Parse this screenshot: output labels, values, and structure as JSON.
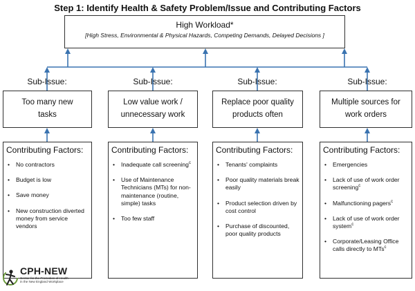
{
  "title": "Step 1: Identify Health & Safety Problem/Issue and Contributing Factors",
  "problem": {
    "label": "High Workload*",
    "detail": "[High Stress, Environmental & Physical Hazards, Competing Demands, Delayed Decisions ]"
  },
  "sub_issue_label": "Sub-Issue:",
  "issues": [
    {
      "title": "Too many new tasks",
      "factors_heading": "Contributing Factors:",
      "factors": [
        {
          "text": "No contractors",
          "sup": ""
        },
        {
          "text": "Budget is low",
          "sup": ""
        },
        {
          "text": "Save money",
          "sup": ""
        },
        {
          "text": "New construction diverted money from service vendors",
          "sup": ""
        }
      ]
    },
    {
      "title": "Low value work / unnecessary work",
      "factors_heading": "Contributing Factors:",
      "factors": [
        {
          "text": "Inadequate call screening",
          "sup": "c"
        },
        {
          "text": "Use of Maintenance Technicians (MTs)  for non-maintenance (routine, simple) tasks",
          "sup": ""
        },
        {
          "text": "Too few staff",
          "sup": ""
        }
      ]
    },
    {
      "title": "Replace poor quality products often",
      "factors_heading": "Contributing Factors:",
      "factors": [
        {
          "text": "Tenants' complaints",
          "sup": ""
        },
        {
          "text": "Poor quality materials break easily",
          "sup": ""
        },
        {
          "text": "Product selection driven by cost control",
          "sup": ""
        },
        {
          "text": "Purchase of discounted, poor quality products",
          "sup": ""
        }
      ]
    },
    {
      "title": "Multiple sources for work orders",
      "factors_heading": "Contributing Factors:",
      "factors": [
        {
          "text": "Emergencies",
          "sup": ""
        },
        {
          "text": "Lack of use of work order screening",
          "sup": "c"
        },
        {
          "text": "Malfunctioning pagers",
          "sup": "c"
        },
        {
          "text": "Lack of use of work order system",
          "sup": "c"
        },
        {
          "text": "Corporate/Leasing Office calls directly  to MTs",
          "sup": "c"
        }
      ]
    }
  ],
  "logo": {
    "name": "CPH-NEW",
    "tagline_1": "Center for the Promotion of Health",
    "tagline_2": "in the New England Workplace",
    "icon": "worker-figure-icon"
  },
  "colors": {
    "connector": "#3a73b0",
    "border": "#2f2f2f",
    "logo_green": "#6a9a3a"
  }
}
